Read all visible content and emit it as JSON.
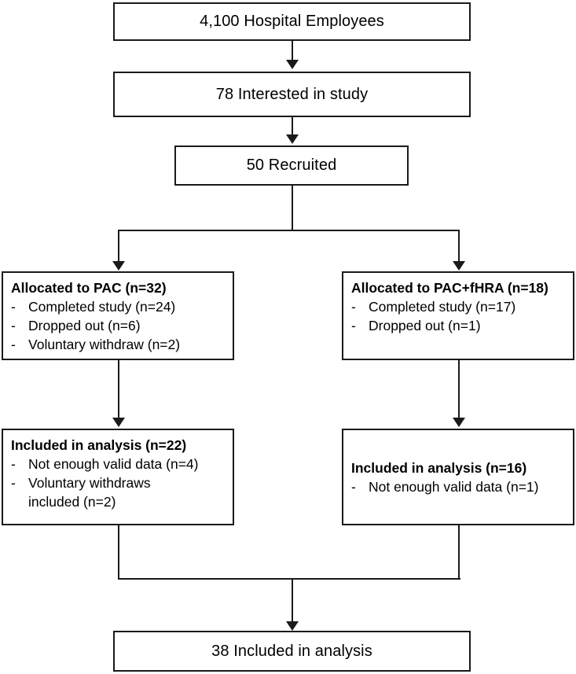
{
  "diagram": {
    "type": "flowchart",
    "title": "Participant flow diagram",
    "accent_color": "#1a1a1a",
    "background_color": "#ffffff"
  },
  "nodes": {
    "employees": {
      "label": "4,100 Hospital Employees"
    },
    "interested": {
      "label": "78 Interested in study"
    },
    "recruited": {
      "label": "50 Recruited"
    },
    "allocated_pac": {
      "heading": "Allocated to PAC (n=32)",
      "bullets": [
        {
          "dash": "-",
          "text": "Completed study (n=24)"
        },
        {
          "dash": "-",
          "text": "Dropped out (n=6)"
        },
        {
          "dash": "-",
          "text": "Voluntary withdraw (n=2)"
        }
      ]
    },
    "allocated_pac_fhra": {
      "heading": "Allocated to PAC+fHRA (n=18)",
      "bullets": [
        {
          "dash": "-",
          "text": "Completed study (n=17)"
        },
        {
          "dash": "-",
          "text": "Dropped out (n=1)"
        }
      ]
    },
    "analysis_left": {
      "heading": "Included in analysis (n=22)",
      "bullets": [
        {
          "dash": "-",
          "text": "Not enough valid data (n=4)"
        },
        {
          "dash": "-",
          "text": "Voluntary withdraws included (n=2)"
        }
      ]
    },
    "analysis_right": {
      "heading": "Included in analysis (n=16)",
      "bullets": [
        {
          "dash": "-",
          "text": "Not enough valid data (n=1)"
        }
      ]
    },
    "final": {
      "label": "38 Included in analysis"
    }
  }
}
